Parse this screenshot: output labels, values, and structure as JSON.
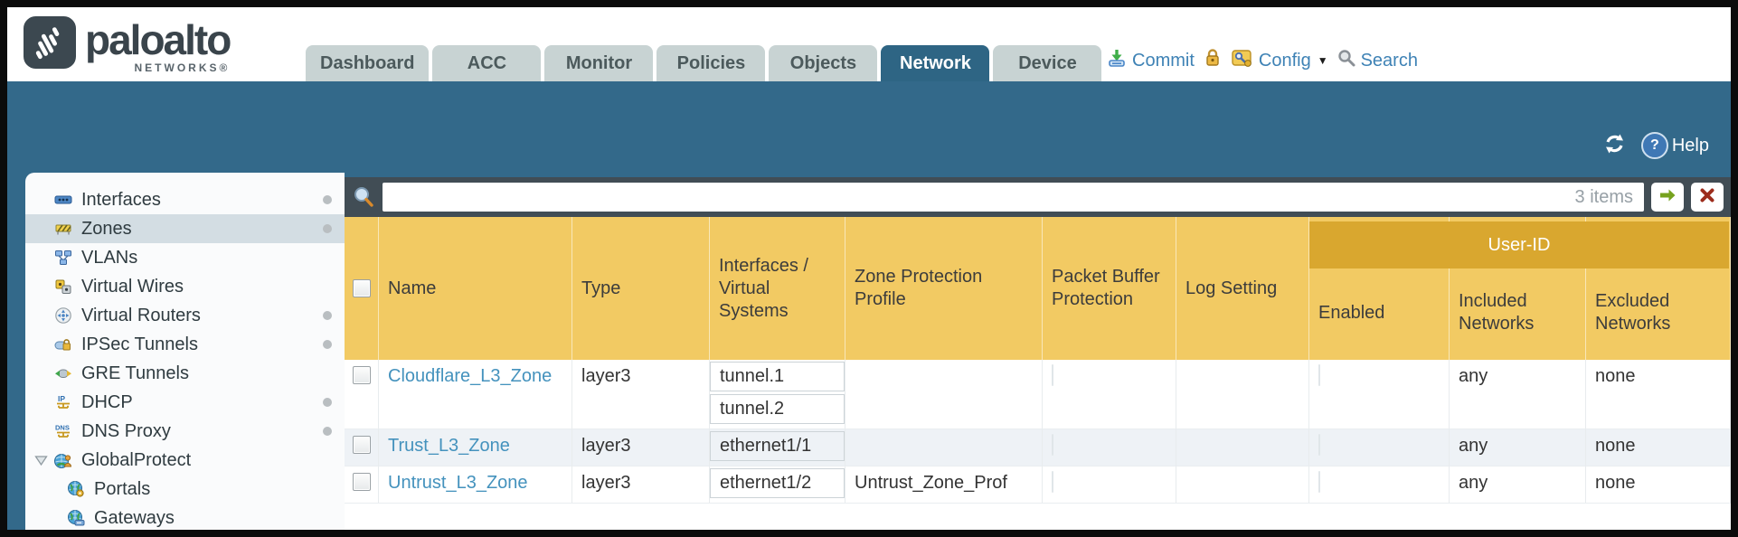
{
  "brand": {
    "name": "paloalto",
    "sub": "NETWORKS®"
  },
  "nav_tabs": [
    {
      "label": "Dashboard",
      "active": false
    },
    {
      "label": "ACC",
      "active": false
    },
    {
      "label": "Monitor",
      "active": false
    },
    {
      "label": "Policies",
      "active": false
    },
    {
      "label": "Objects",
      "active": false
    },
    {
      "label": "Network",
      "active": true
    },
    {
      "label": "Device",
      "active": false
    }
  ],
  "utilities": {
    "commit_label": "Commit",
    "config_label": "Config",
    "search_label": "Search",
    "help_label": "Help"
  },
  "sidebar": {
    "items": [
      {
        "label": "Interfaces",
        "icon": "interfaces-icon",
        "dot": true,
        "selected": false,
        "child": false,
        "expandable": false
      },
      {
        "label": "Zones",
        "icon": "zones-icon",
        "dot": true,
        "selected": true,
        "child": false,
        "expandable": false
      },
      {
        "label": "VLANs",
        "icon": "vlans-icon",
        "dot": false,
        "selected": false,
        "child": false,
        "expandable": false
      },
      {
        "label": "Virtual Wires",
        "icon": "virtual-wires-icon",
        "dot": false,
        "selected": false,
        "child": false,
        "expandable": false
      },
      {
        "label": "Virtual Routers",
        "icon": "virtual-routers-icon",
        "dot": true,
        "selected": false,
        "child": false,
        "expandable": false
      },
      {
        "label": "IPSec Tunnels",
        "icon": "ipsec-tunnels-icon",
        "dot": true,
        "selected": false,
        "child": false,
        "expandable": false
      },
      {
        "label": "GRE Tunnels",
        "icon": "gre-tunnels-icon",
        "dot": false,
        "selected": false,
        "child": false,
        "expandable": false
      },
      {
        "label": "DHCP",
        "icon": "dhcp-icon",
        "dot": true,
        "selected": false,
        "child": false,
        "expandable": false
      },
      {
        "label": "DNS Proxy",
        "icon": "dns-proxy-icon",
        "dot": true,
        "selected": false,
        "child": false,
        "expandable": false
      },
      {
        "label": "GlobalProtect",
        "icon": "globalprotect-icon",
        "dot": false,
        "selected": false,
        "child": false,
        "expandable": true
      },
      {
        "label": "Portals",
        "icon": "portals-icon",
        "dot": false,
        "selected": false,
        "child": true,
        "expandable": false
      },
      {
        "label": "Gateways",
        "icon": "gateways-icon",
        "dot": false,
        "selected": false,
        "child": true,
        "expandable": false
      }
    ]
  },
  "toolbar": {
    "filter_value": "",
    "items_count": "3 items"
  },
  "table": {
    "group_header": "User-ID",
    "headers": {
      "name": "Name",
      "type": "Type",
      "interfaces": "Interfaces / Virtual Systems",
      "zone_protection": "Zone Protection Profile",
      "packet_buffer": "Packet Buffer Protection",
      "log_setting": "Log Setting",
      "enabled": "Enabled",
      "included": "Included Networks",
      "excluded": "Excluded Networks"
    },
    "rows": [
      {
        "name": "Cloudflare_L3_Zone",
        "type": "layer3",
        "interfaces": [
          "tunnel.1",
          "tunnel.2"
        ],
        "zone_protection": "",
        "packet_buffer_checked": false,
        "log_setting": "",
        "enabled_checked": false,
        "included": "any",
        "excluded": "none"
      },
      {
        "name": "Trust_L3_Zone",
        "type": "layer3",
        "interfaces": [
          "ethernet1/1"
        ],
        "zone_protection": "",
        "packet_buffer_checked": false,
        "log_setting": "",
        "enabled_checked": false,
        "included": "any",
        "excluded": "none"
      },
      {
        "name": "Untrust_L3_Zone",
        "type": "layer3",
        "interfaces": [
          "ethernet1/2"
        ],
        "zone_protection": "Untrust_Zone_Prof",
        "packet_buffer_checked": false,
        "log_setting": "",
        "enabled_checked": false,
        "included": "any",
        "excluded": "none"
      }
    ]
  },
  "colors": {
    "teal_banner": "#33698a",
    "active_tab": "#2e6584",
    "inactive_tab": "#c8d3d3",
    "toolbar_dark": "#414d55",
    "header_amber": "#f2ca63",
    "header_amber_dark": "#d9a72f",
    "link_blue": "#4492bd",
    "utility_blue": "#3e82b5",
    "row_alt": "#eef2f6"
  }
}
